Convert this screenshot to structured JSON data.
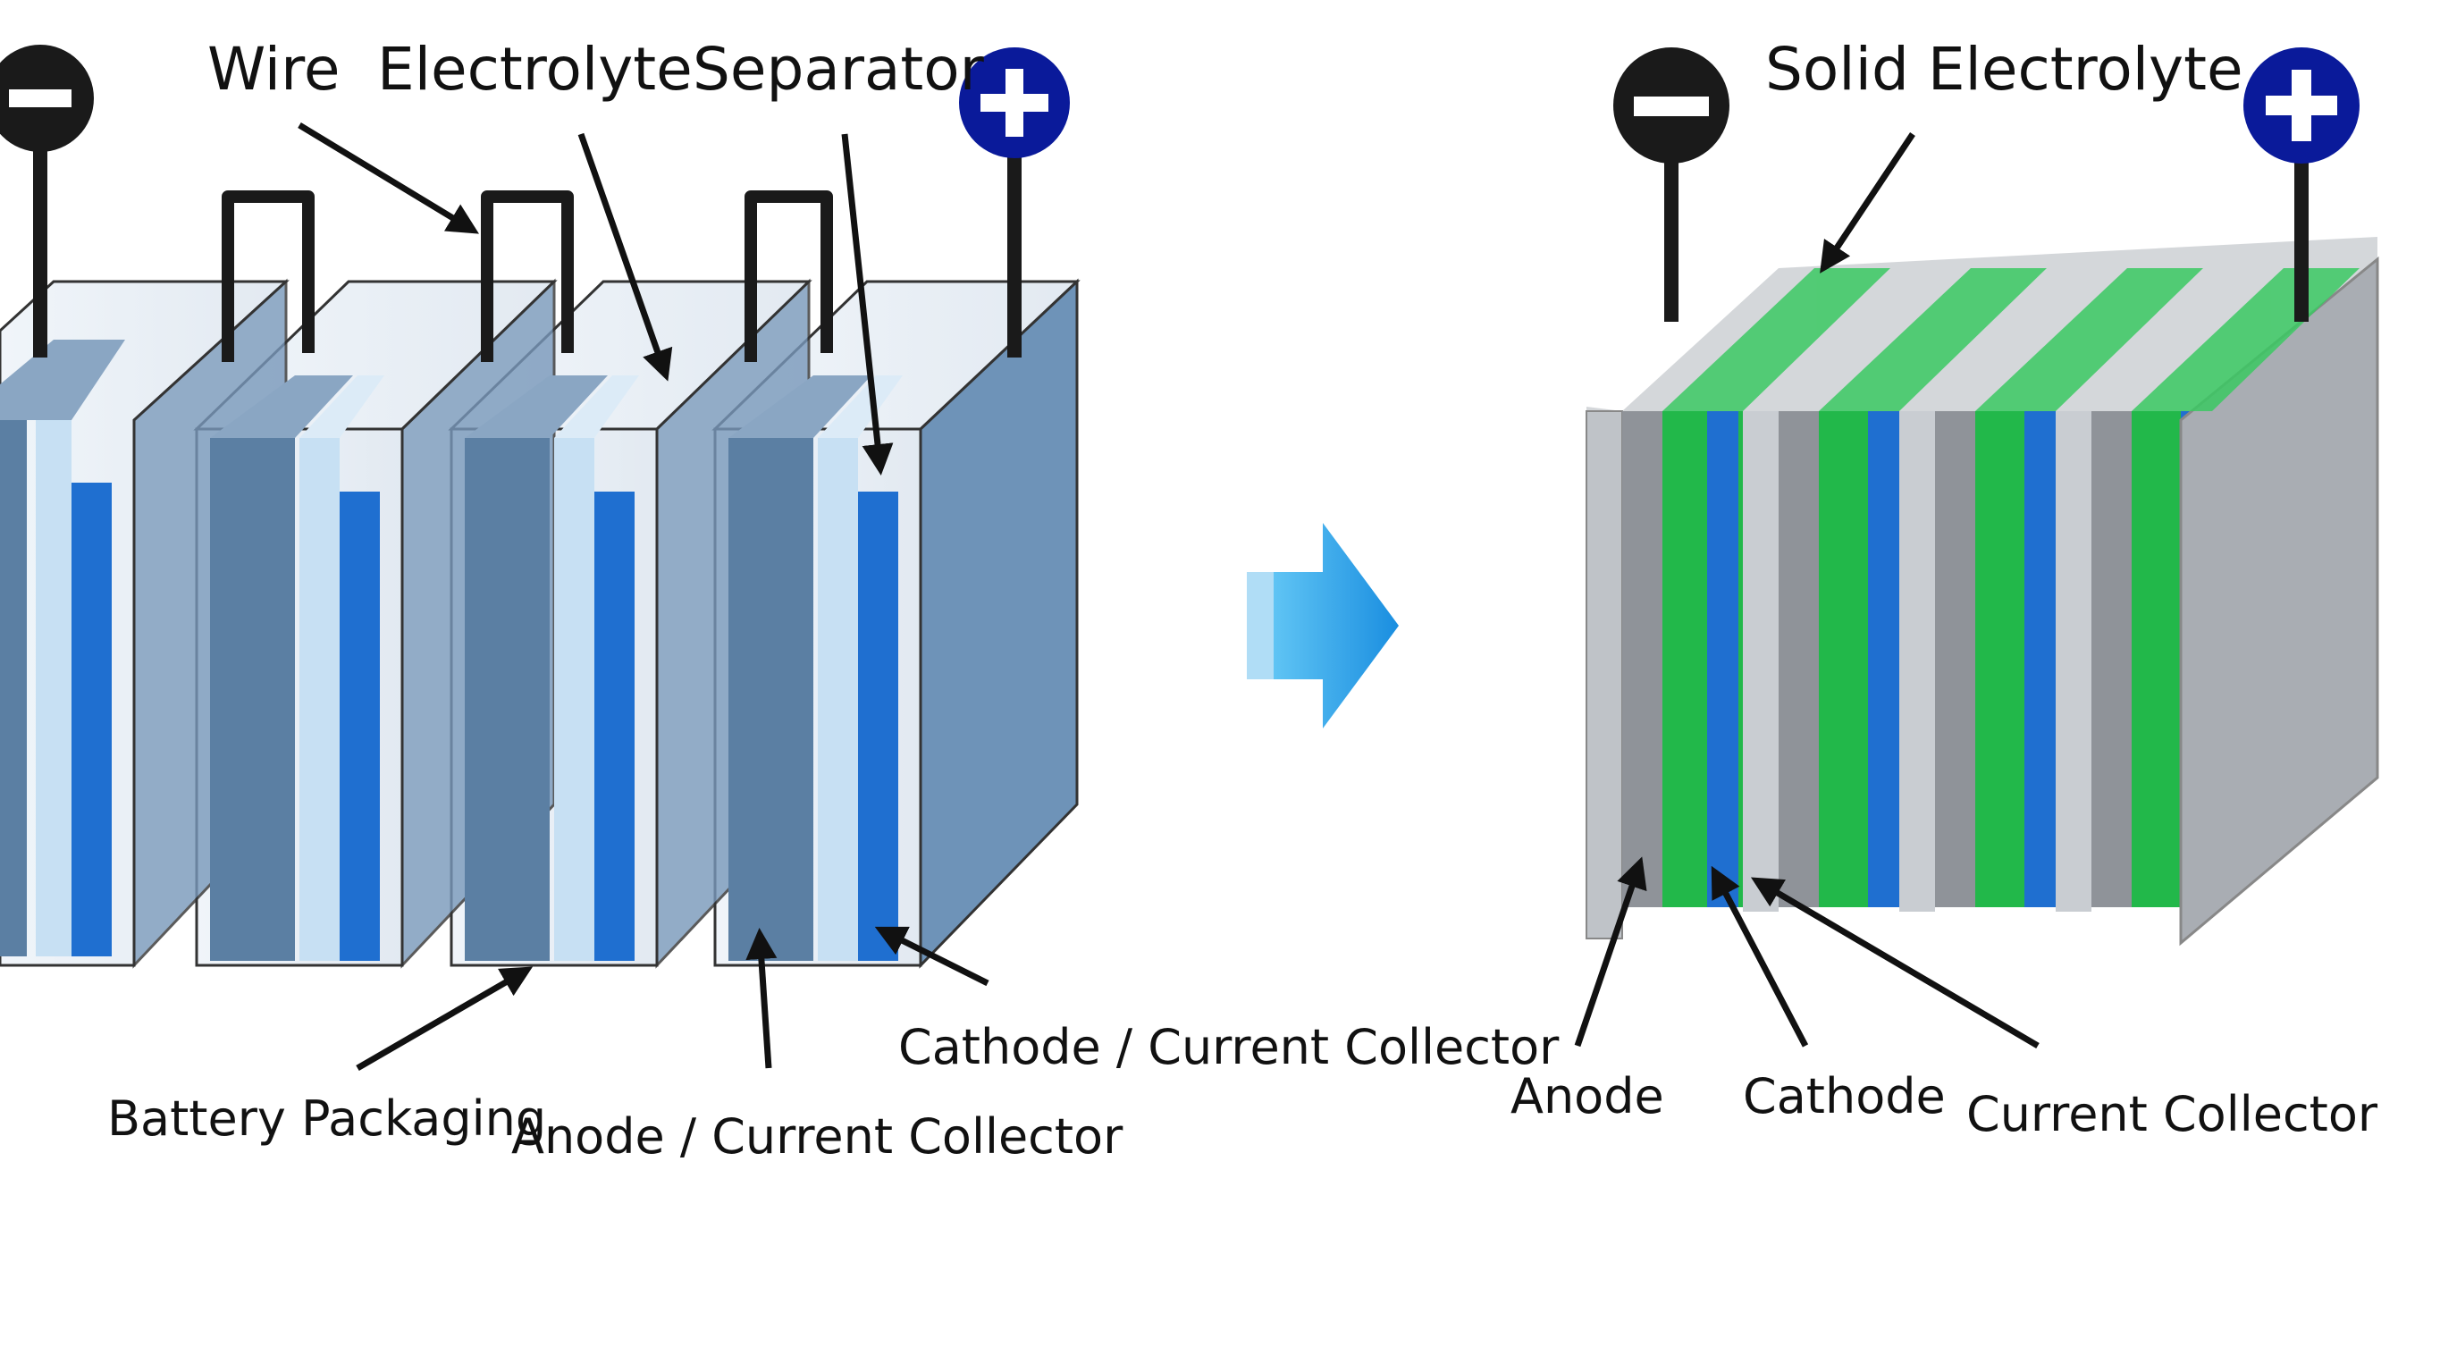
{
  "left_diagram": {
    "labels": {
      "wire": "Wire",
      "electrolyte": "Electrolyte",
      "separator": "Separator",
      "battery_packaging": "Battery Packaging",
      "anode_current_collector": "Anode / Current Collector",
      "cathode_current_collector": "Cathode / Current Collector"
    }
  },
  "right_diagram": {
    "labels": {
      "solid_electrolyte": "Solid Electrolyte",
      "anode": "Anode",
      "cathode": "Cathode",
      "current_collector": "Current Collector"
    }
  },
  "terminals": {
    "negative_symbol": "−",
    "positive_symbol": "+"
  },
  "icons": {
    "negative_terminal": "minus-circle-icon",
    "positive_terminal": "plus-circle-icon",
    "transition_arrow": "arrow-right-icon"
  },
  "colors": {
    "negative_terminal": "#1a1a1a",
    "positive_terminal": "#0a1a9a",
    "electrode_dark": "#5b7fa3",
    "separator_light": "#c7e0f3",
    "cathode_blue": "#1f6fd0",
    "solid_electrolyte_green": "#22b84a",
    "collector_grey": "#a9adb3",
    "arrow": "#1e9ae0"
  }
}
